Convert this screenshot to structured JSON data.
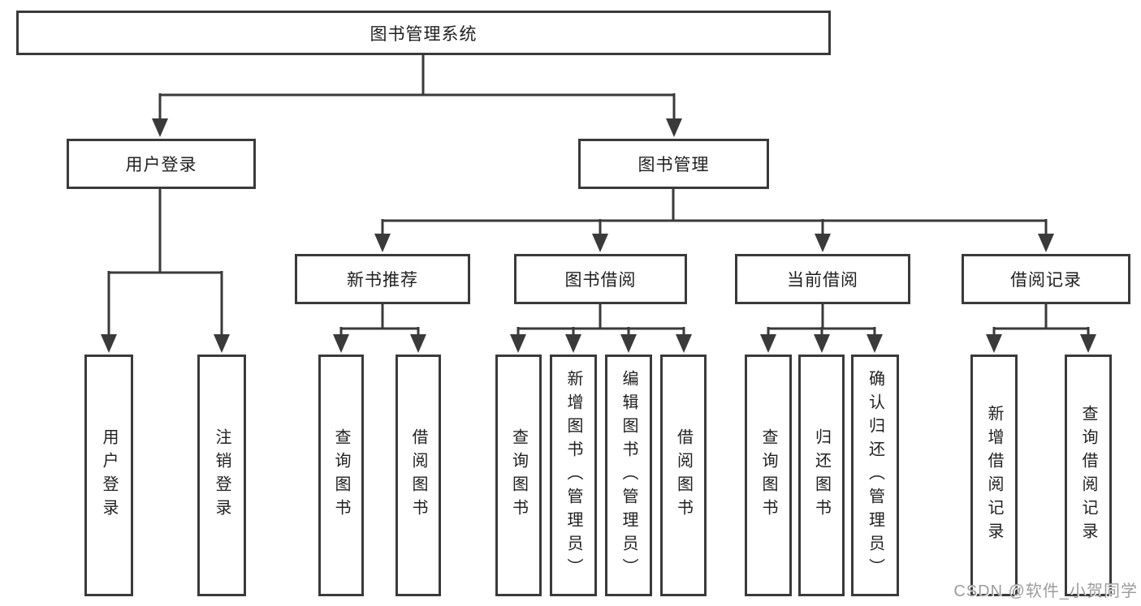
{
  "colors": {
    "line": "#3a3a3a",
    "box_border": "#3a3a3a",
    "text": "#1f1f1f",
    "background": "#ffffff",
    "watermark": "#9c9c9c"
  },
  "watermark": {
    "text": "CSDN @软件_小贺同学"
  },
  "tree": {
    "root": {
      "label": "图书管理系统",
      "children": [
        {
          "label": "用户登录",
          "children": [
            {
              "label": "用户登录"
            },
            {
              "label": "注销登录"
            }
          ]
        },
        {
          "label": "图书管理",
          "children": [
            {
              "label": "新书推荐",
              "children": [
                {
                  "label": "查询图书"
                },
                {
                  "label": "借阅图书"
                }
              ]
            },
            {
              "label": "图书借阅",
              "children": [
                {
                  "label": "查询图书"
                },
                {
                  "label": "新增图书（管理员）"
                },
                {
                  "label": "编辑图书（管理员）"
                },
                {
                  "label": "借阅图书"
                }
              ]
            },
            {
              "label": "当前借阅",
              "children": [
                {
                  "label": "查询图书"
                },
                {
                  "label": "归还图书"
                },
                {
                  "label": "确认归还（管理员）"
                }
              ]
            },
            {
              "label": "借阅记录",
              "children": [
                {
                  "label": "新增借阅记录"
                },
                {
                  "label": "查询借阅记录"
                }
              ]
            }
          ]
        }
      ]
    }
  }
}
